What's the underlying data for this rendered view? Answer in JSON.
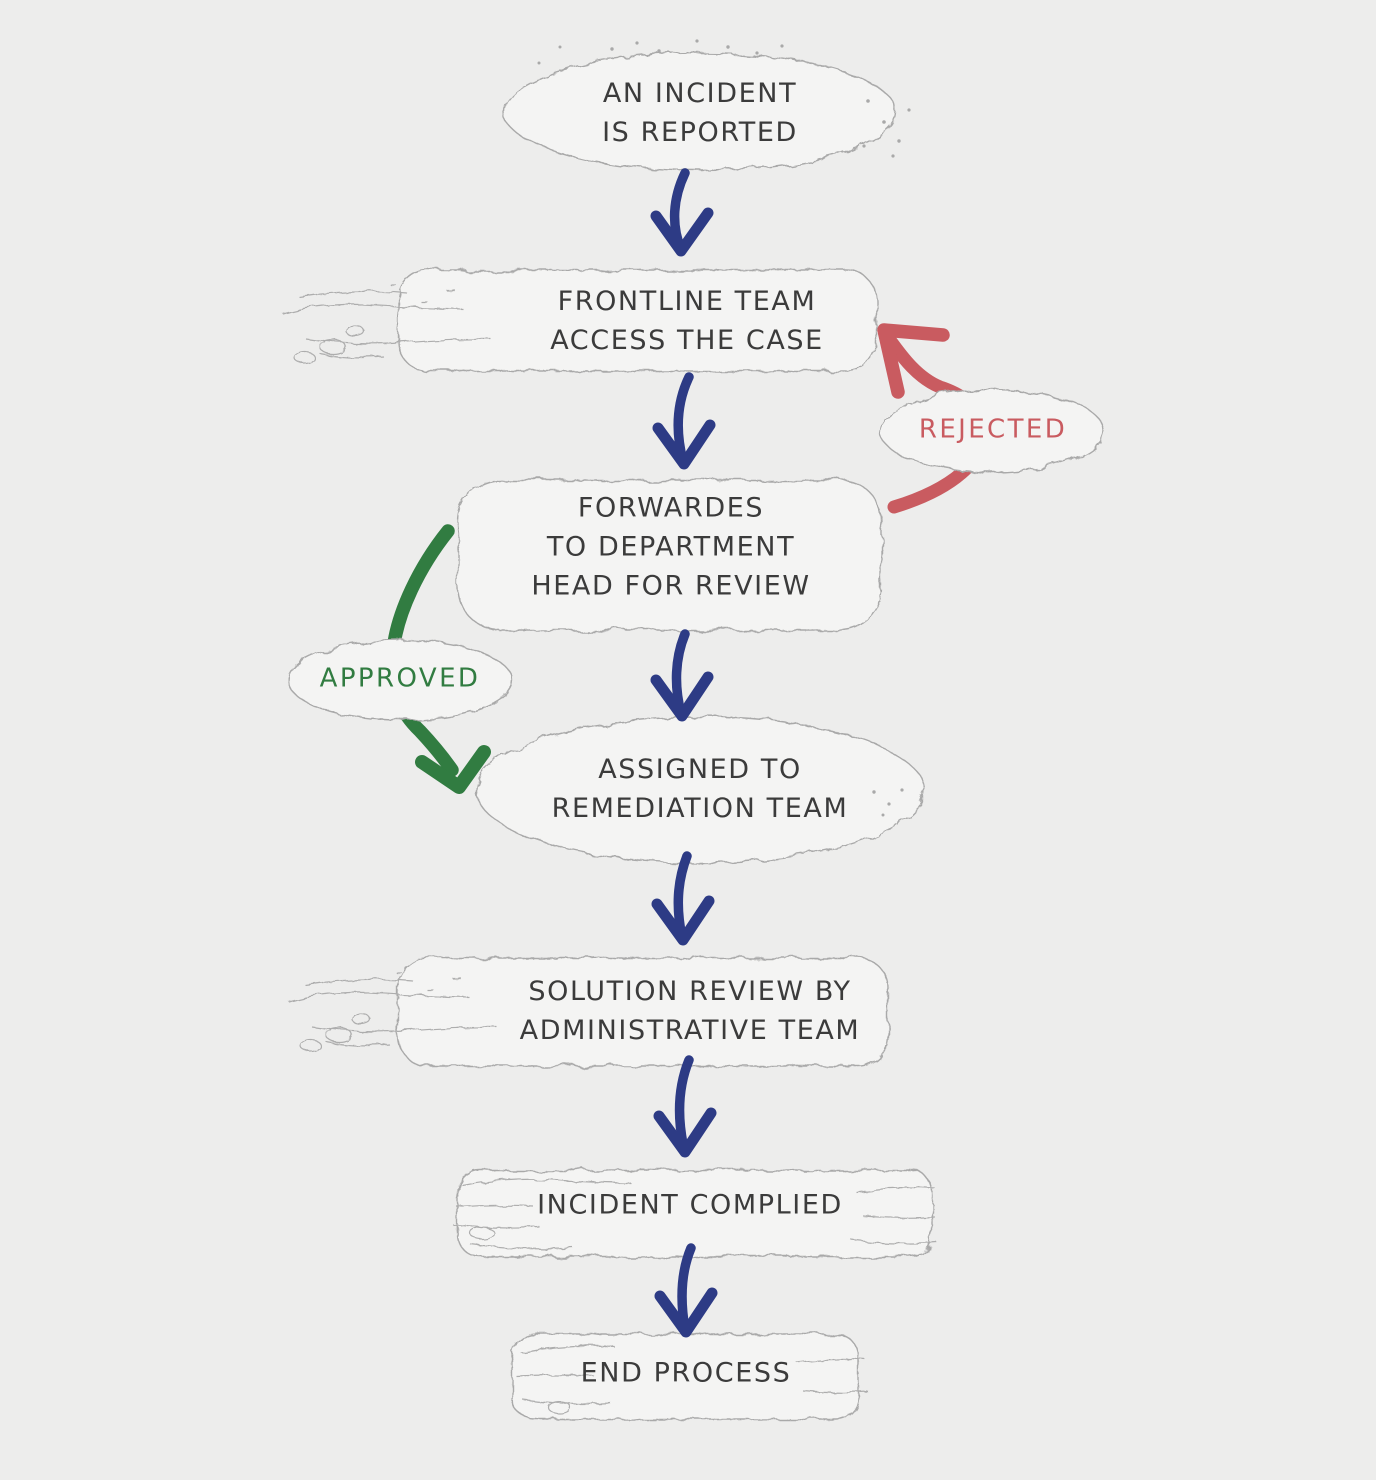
{
  "diagram": {
    "type": "flowchart",
    "style": "hand-drawn sketch",
    "nodes": [
      {
        "id": "incident-reported",
        "shape": "cloud",
        "lines": [
          "AN INCIDENT",
          "IS REPORTED"
        ]
      },
      {
        "id": "frontline-access",
        "shape": "brush",
        "lines": [
          "FRONTLINE TEAM",
          "ACCESS THE CASE"
        ]
      },
      {
        "id": "forward-department-head",
        "shape": "brush",
        "lines": [
          "FORWARDES",
          "TO DEPARTMENT",
          "HEAD FOR REVIEW"
        ]
      },
      {
        "id": "assigned-remediation",
        "shape": "cloud",
        "lines": [
          "ASSIGNED TO",
          "REMEDIATION TEAM"
        ]
      },
      {
        "id": "solution-review",
        "shape": "brush",
        "lines": [
          "SOLUTION REVIEW BY",
          "ADMINISTRATIVE TEAM"
        ]
      },
      {
        "id": "incident-complied",
        "shape": "brush",
        "lines": [
          "INCIDENT COMPLIED"
        ]
      },
      {
        "id": "end-process",
        "shape": "brush",
        "lines": [
          "END PROCESS"
        ]
      }
    ],
    "edges": [
      {
        "from": "incident-reported",
        "to": "frontline-access",
        "color": "#2d3b85"
      },
      {
        "from": "frontline-access",
        "to": "forward-department-head",
        "color": "#2d3b85"
      },
      {
        "from": "forward-department-head",
        "to": "frontline-access",
        "color": "#c95b60",
        "label": "REJECTED"
      },
      {
        "from": "forward-department-head",
        "to": "assigned-remediation",
        "color": "#2d3b85"
      },
      {
        "from": "forward-department-head",
        "to": "assigned-remediation",
        "color": "#317c41",
        "label": "APPROVED"
      },
      {
        "from": "assigned-remediation",
        "to": "solution-review",
        "color": "#2d3b85"
      },
      {
        "from": "solution-review",
        "to": "incident-complied",
        "color": "#2d3b85"
      },
      {
        "from": "incident-complied",
        "to": "end-process",
        "color": "#2d3b85"
      }
    ],
    "colors": {
      "background": "#ededec",
      "node_fill": "#f4f4f3",
      "node_outline": "#a9a9a9",
      "text": "#3b3b3b",
      "arrow_blue": "#2d3b85",
      "arrow_red": "#c95b60",
      "arrow_green": "#317c41"
    }
  }
}
